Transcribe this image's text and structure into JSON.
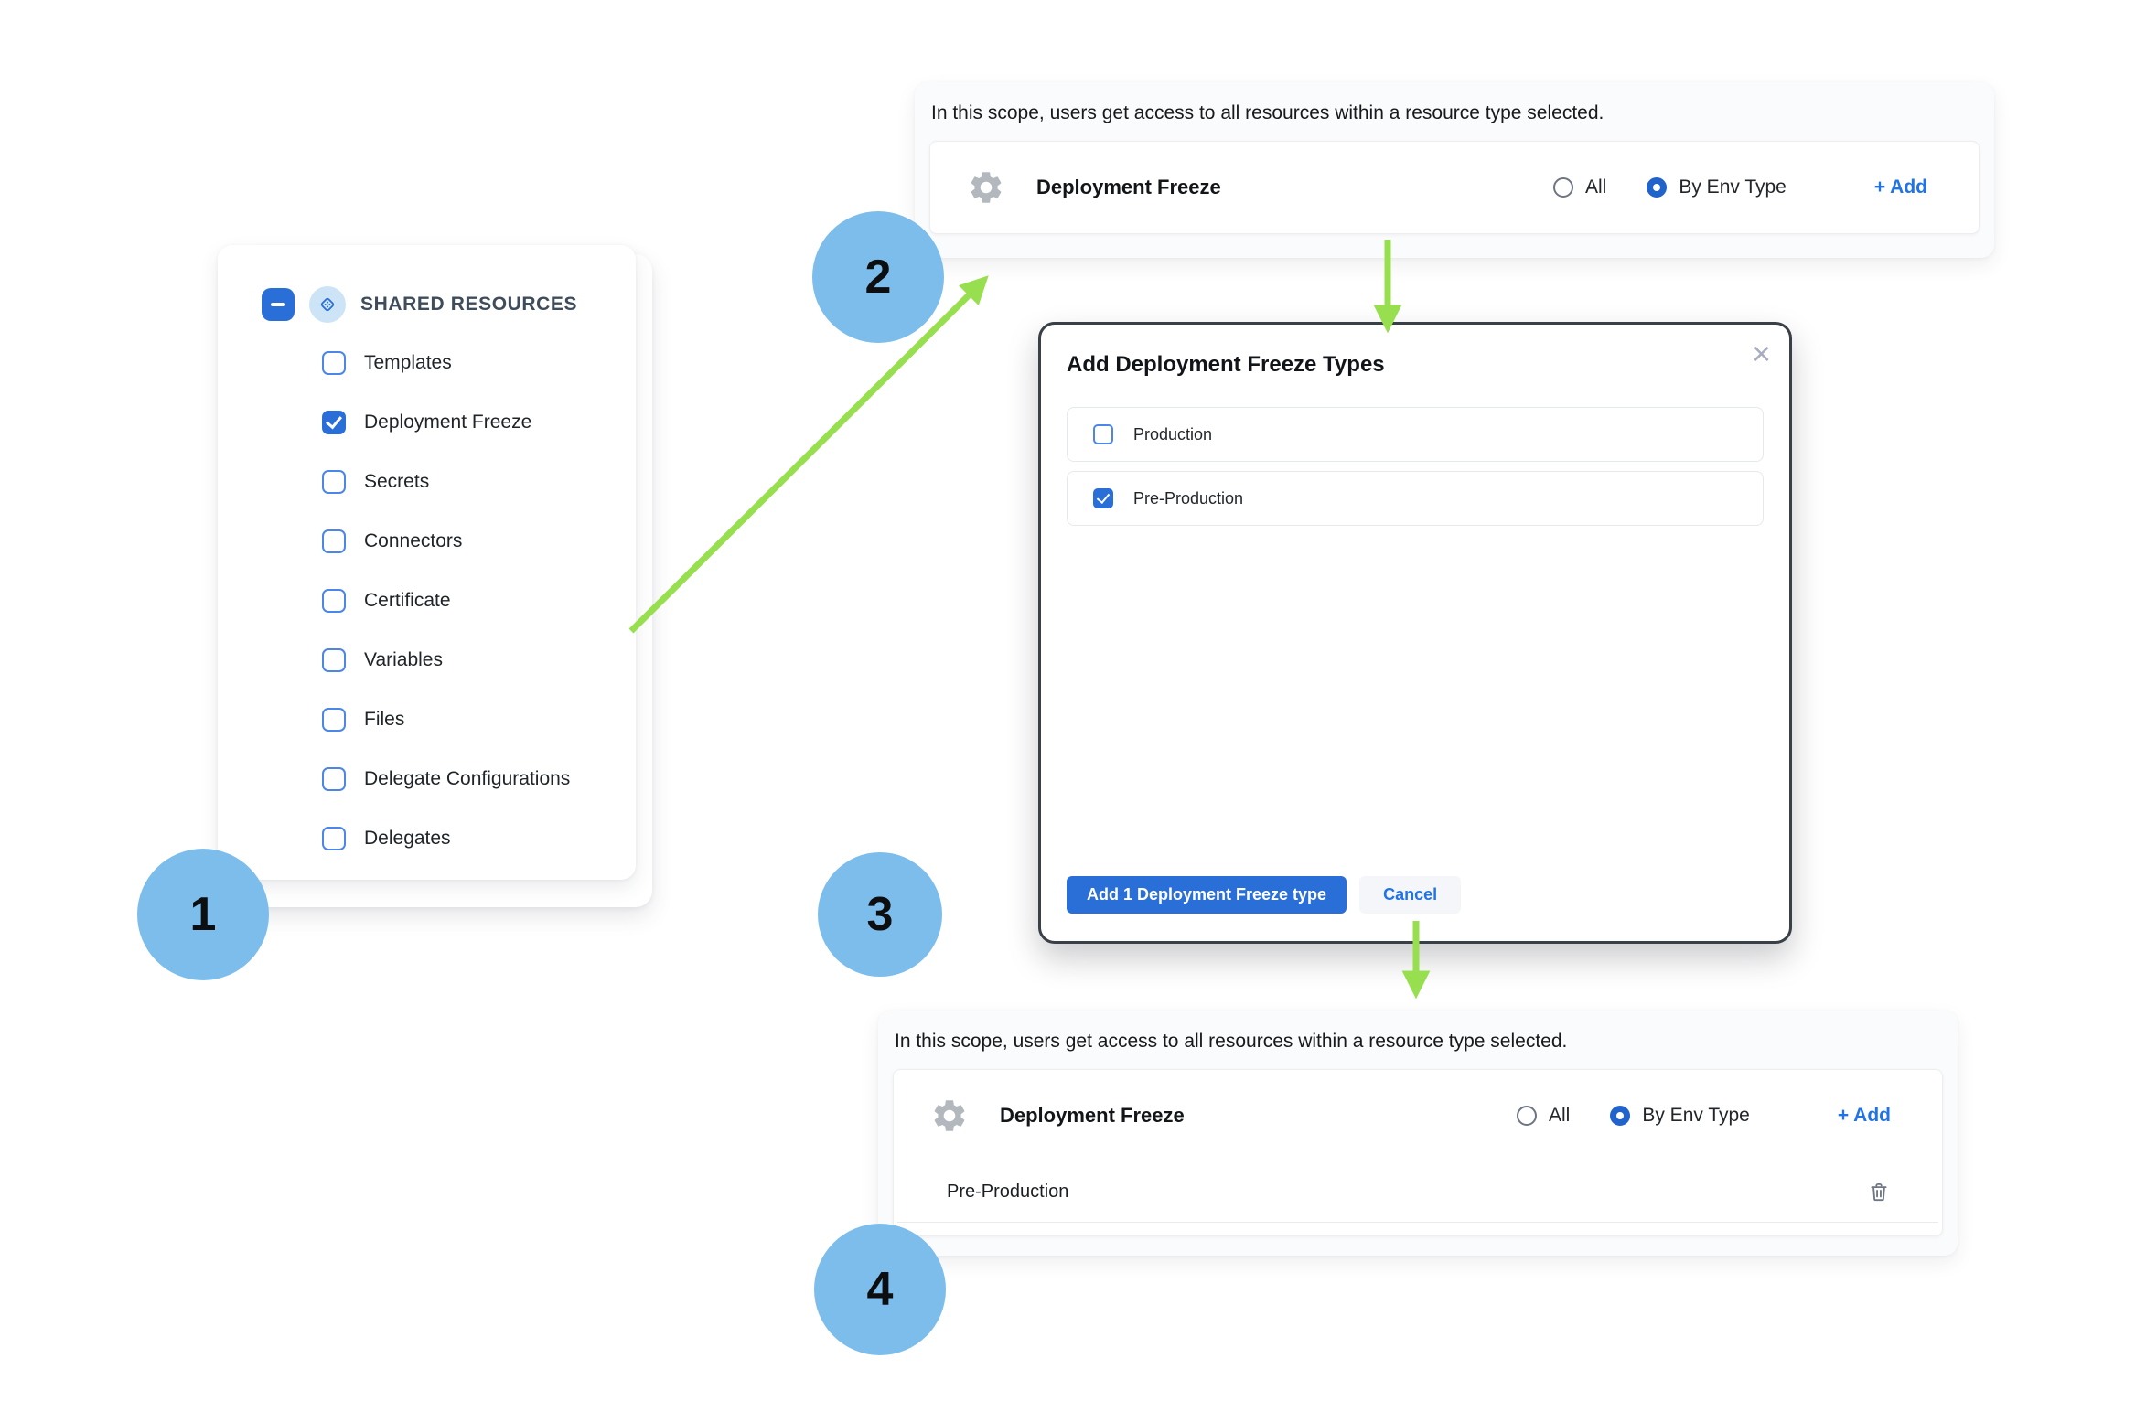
{
  "palette": {
    "primary_blue": "#2a6fd8",
    "link_blue": "#2173e8",
    "checkbox_border_blue": "#4b86e8",
    "step_circle_blue": "#7cbdeb",
    "arrow_green": "#97df4e",
    "panel_background": "#fafbfc",
    "modal_border": "#3a4047",
    "header_slate": "#3f4c5c",
    "icon_gray": "#b3b8bf"
  },
  "steps": [
    "1",
    "2",
    "3",
    "4"
  ],
  "shared_resources": {
    "title": "SHARED RESOURCES",
    "items": [
      {
        "label": "Templates",
        "checked": false
      },
      {
        "label": "Deployment Freeze",
        "checked": true
      },
      {
        "label": "Secrets",
        "checked": false
      },
      {
        "label": "Connectors",
        "checked": false
      },
      {
        "label": "Certificate",
        "checked": false
      },
      {
        "label": "Variables",
        "checked": false
      },
      {
        "label": "Files",
        "checked": false
      },
      {
        "label": "Delegate Configurations",
        "checked": false
      },
      {
        "label": "Delegates",
        "checked": false
      }
    ]
  },
  "scope_top": {
    "description": "In this scope, users get access to all resources within a resource type selected.",
    "row_title": "Deployment Freeze",
    "options": [
      {
        "label": "All",
        "selected": false
      },
      {
        "label": "By Env Type",
        "selected": true
      }
    ],
    "add_label": "+ Add"
  },
  "modal": {
    "title": "Add Deployment Freeze Types",
    "close_label": "×",
    "options": [
      {
        "label": "Production",
        "checked": false
      },
      {
        "label": "Pre-Production",
        "checked": true
      }
    ],
    "primary_button": "Add 1 Deployment Freeze type",
    "cancel_button": "Cancel"
  },
  "scope_bottom": {
    "description": "In this scope, users get access to all resources within a resource type selected.",
    "row_title": "Deployment Freeze",
    "options": [
      {
        "label": "All",
        "selected": false
      },
      {
        "label": "By Env Type",
        "selected": true
      }
    ],
    "add_label": "+ Add",
    "selected_item": "Pre-Production"
  }
}
